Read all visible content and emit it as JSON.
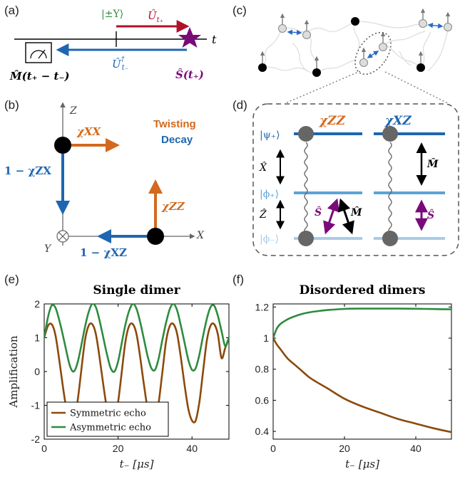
{
  "colors": {
    "orange": "#D2691E",
    "blue": "#1E66B0",
    "light_blue": "#5BA3D6",
    "pale_blue": "#A9CCE8",
    "purple": "#7A0A7A",
    "red": "#B0102A",
    "green": "#2E8B3E",
    "brown": "#8B4A0B",
    "gray": "#666666"
  },
  "panel_a": {
    "label": "(a)",
    "state": "|±Y⟩",
    "u_plus": "Û",
    "u_plus_sub": "t₊",
    "u_minus": "Û",
    "u_minus_sup": "†",
    "u_minus_sub": "t₋",
    "t_axis": "t",
    "measure": "M̂(t₊ − t₋)",
    "signal": "Ŝ(t₊)"
  },
  "panel_b": {
    "label": "(b)",
    "z_axis": "Z",
    "x_axis": "X",
    "y_axis": "Y",
    "chi_xx": "χXX",
    "chi_zz": "χZZ",
    "one_minus_chi_zx": "1 − χZX",
    "one_minus_chi_xz": "1 − χXZ",
    "twisting": "Twisting",
    "decay": "Decay"
  },
  "panel_c": {
    "label": "(c)"
  },
  "panel_d": {
    "label": "(d)",
    "chi_zz": "χZZ",
    "chi_xz": "χXZ",
    "psi_plus": "|ψ₊⟩",
    "phi_plus": "|ϕ₊⟩",
    "phi_minus": "|ϕ₋⟩",
    "x_hat": "X̂",
    "z_hat": "Ẑ",
    "s_hat": "Ŝ",
    "m_hat": "M̂"
  },
  "panel_e": {
    "label": "(e)"
  },
  "panel_f": {
    "label": "(f)"
  },
  "chart_data": [
    {
      "type": "line",
      "title": "Single dimer",
      "xlabel": "t₋ [μs]",
      "ylabel": "Amplification",
      "xlim": [
        0,
        50
      ],
      "ylim": [
        -2,
        2
      ],
      "xticks": [
        "0",
        "20",
        "40"
      ],
      "yticks": [
        "-2",
        "-1",
        "0",
        "1",
        "2"
      ],
      "legend": "bottom-left",
      "series": [
        {
          "name": "Symmetric echo",
          "color": "#8B4A0B",
          "x": [
            0,
            1,
            2,
            3,
            4,
            5,
            6,
            7,
            8,
            9,
            10,
            11,
            12,
            13,
            14,
            15,
            16,
            17,
            18,
            19,
            20,
            21,
            22,
            23,
            24,
            25,
            26,
            27,
            28,
            29,
            30,
            31,
            32,
            33,
            34,
            35,
            36,
            37,
            38,
            39,
            40,
            41,
            42,
            43,
            44,
            45,
            46,
            47,
            48,
            49,
            50
          ],
          "values": [
            1.0,
            1.35,
            1.4,
            1.1,
            0.4,
            -0.4,
            -1.1,
            -1.45,
            -1.45,
            -0.9,
            0.0,
            0.9,
            1.35,
            1.4,
            1.1,
            0.4,
            -0.4,
            -1.1,
            -1.45,
            -1.45,
            -0.9,
            0.0,
            0.9,
            1.35,
            1.4,
            1.1,
            0.4,
            -0.4,
            -1.1,
            -1.45,
            -1.45,
            -0.9,
            0.0,
            0.9,
            1.35,
            1.4,
            1.1,
            0.4,
            -0.4,
            -1.1,
            -1.45,
            -1.45,
            -0.9,
            0.0,
            0.9,
            1.35,
            1.4,
            1.1,
            0.4,
            0.7,
            1.0
          ]
        },
        {
          "name": "Asymmetric echo",
          "color": "#2E8B3E",
          "x": [
            0,
            1,
            2,
            3,
            4,
            5,
            6,
            7,
            8,
            9,
            10,
            11,
            12,
            13,
            14,
            15,
            16,
            17,
            18,
            19,
            20,
            21,
            22,
            23,
            24,
            25,
            26,
            27,
            28,
            29,
            30,
            31,
            32,
            33,
            34,
            35,
            36,
            37,
            38,
            39,
            40,
            41,
            42,
            43,
            44,
            45,
            46,
            47,
            48,
            49,
            50
          ],
          "values": [
            1.0,
            1.6,
            1.95,
            1.9,
            1.55,
            1.1,
            0.6,
            0.15,
            0.0,
            0.25,
            0.75,
            1.3,
            1.75,
            2.0,
            1.9,
            1.5,
            1.0,
            0.5,
            0.1,
            0.0,
            0.3,
            0.85,
            1.4,
            1.8,
            2.0,
            1.85,
            1.45,
            0.95,
            0.45,
            0.1,
            0.05,
            0.4,
            0.95,
            1.45,
            1.85,
            2.0,
            1.8,
            1.35,
            0.85,
            0.35,
            0.05,
            0.1,
            0.5,
            1.05,
            1.55,
            1.9,
            1.95,
            1.65,
            1.2,
            0.75,
            1.0
          ]
        }
      ]
    },
    {
      "type": "line",
      "title": "Disordered dimers",
      "xlabel": "t₋ [μs]",
      "ylabel": "",
      "xlim": [
        0,
        50
      ],
      "ylim": [
        0.35,
        1.22
      ],
      "xticks": [
        "0",
        "20",
        "40"
      ],
      "yticks": [
        "0.4",
        "0.6",
        "0.8",
        "1",
        "1.2"
      ],
      "series": [
        {
          "name": "Symmetric echo",
          "color": "#8B4A0B",
          "x": [
            0,
            1,
            2,
            4,
            6,
            8,
            10,
            12,
            15,
            20,
            25,
            30,
            35,
            40,
            45,
            50
          ],
          "values": [
            1.0,
            0.96,
            0.93,
            0.87,
            0.83,
            0.79,
            0.75,
            0.72,
            0.68,
            0.61,
            0.56,
            0.52,
            0.48,
            0.45,
            0.42,
            0.395
          ]
        },
        {
          "name": "Asymmetric echo",
          "color": "#2E8B3E",
          "x": [
            0,
            1,
            2,
            4,
            6,
            8,
            10,
            12,
            15,
            20,
            25,
            30,
            35,
            40,
            45,
            50
          ],
          "values": [
            1.0,
            1.06,
            1.09,
            1.12,
            1.14,
            1.155,
            1.165,
            1.172,
            1.18,
            1.188,
            1.19,
            1.19,
            1.19,
            1.189,
            1.187,
            1.185
          ]
        }
      ]
    }
  ]
}
